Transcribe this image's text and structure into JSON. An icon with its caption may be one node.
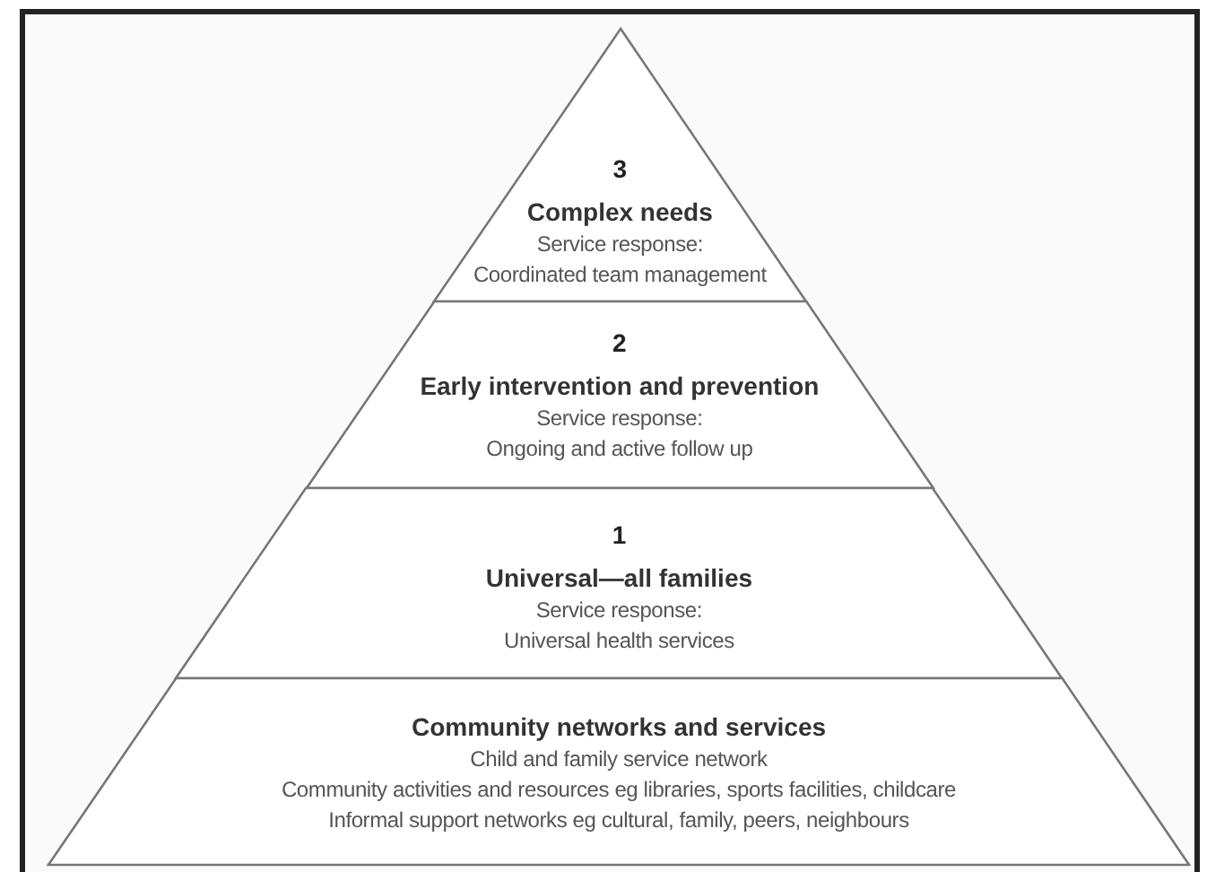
{
  "diagram": {
    "nodes": [
      {
        "text": [
          "3",
          "Complex needs",
          "Service response:",
          "Coordinated team management"
        ]
      },
      {
        "text": [
          "2",
          "Early intervention and prevention",
          "Service response:",
          "Ongoing and active follow up"
        ]
      },
      {
        "text": [
          "1",
          "Universal—all families",
          "Service response:",
          "Universal health services"
        ]
      },
      {
        "text": [
          "Community networks and services",
          "Child and family service network",
          "Community activities and resources eg libraries, sports facilities, childcare",
          "Informal support networks eg cultural, family, peers, neighbours"
        ]
      }
    ]
  }
}
